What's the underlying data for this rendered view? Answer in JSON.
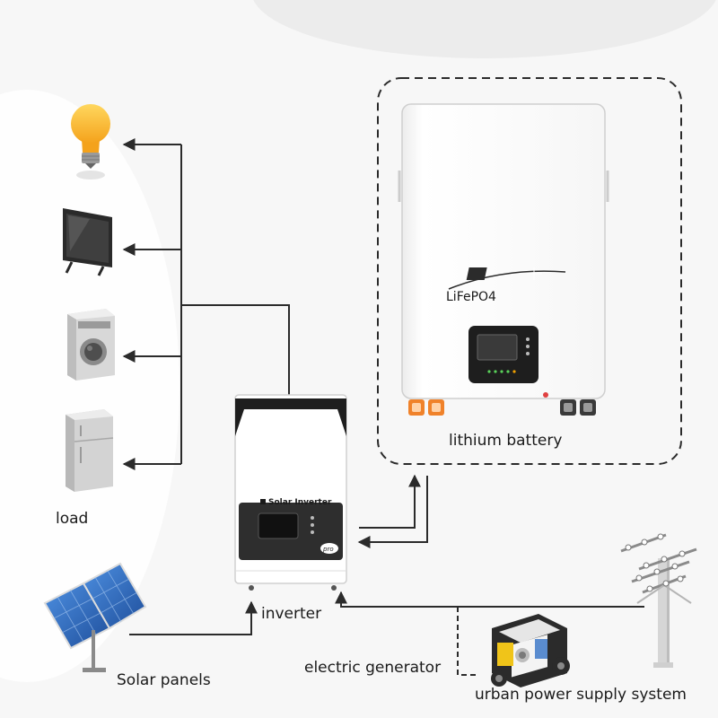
{
  "labels": {
    "load": "load",
    "inverter": "inverter",
    "solar_panels": "Solar panels",
    "lithium_battery": "lithium battery",
    "electric_generator": "electric generator",
    "urban_power": "urban power supply system"
  },
  "device_text": {
    "inverter_brand": "Solar Inverter",
    "inverter_badge": "pro",
    "battery_model": "LiFePO4"
  },
  "icons": {
    "load_devices": [
      "light-bulb-icon",
      "television-icon",
      "washing-machine-icon",
      "refrigerator-icon"
    ],
    "sources": [
      "solar-panel-icon",
      "generator-icon",
      "power-pole-icon"
    ]
  },
  "colors": {
    "line": "#2b2b2b",
    "battery_terminal_positive": "#f0822a",
    "battery_terminal_negative": "#3a3a3a",
    "inverter_panel": "#2e2e2e",
    "solar_cell": "#2f6fc9"
  }
}
